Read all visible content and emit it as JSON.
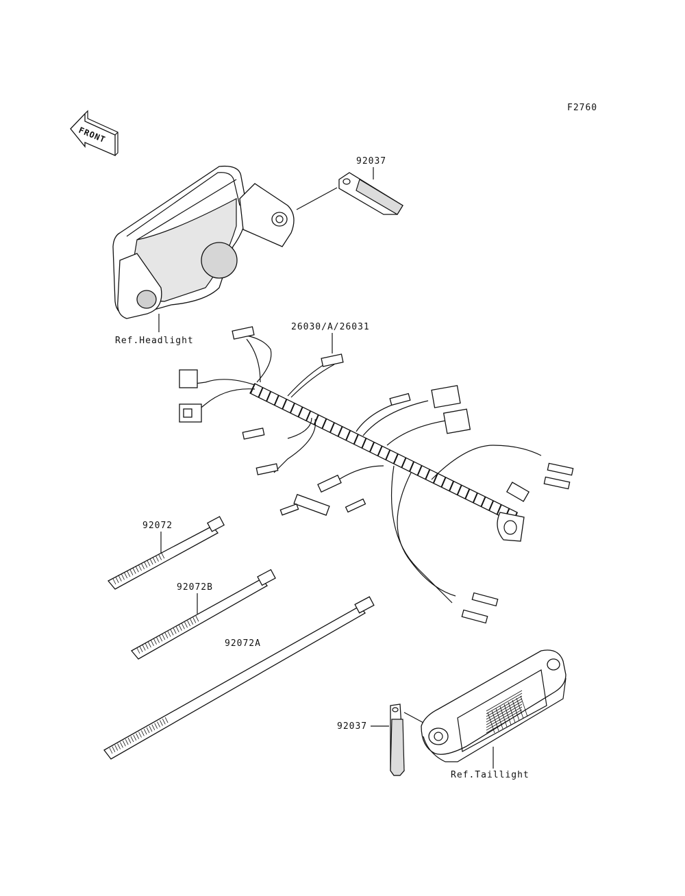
{
  "figure_code": "F2760",
  "front_arrow": {
    "text": "FRONT"
  },
  "labels": {
    "clip_top": "92037",
    "harness": "26030/A/26031",
    "ref_headlight": "Ref.Headlight",
    "tie_1": "92072",
    "tie_2": "92072B",
    "tie_3": "92072A",
    "clip_bottom": "92037",
    "ref_taillight": "Ref.Taillight"
  }
}
